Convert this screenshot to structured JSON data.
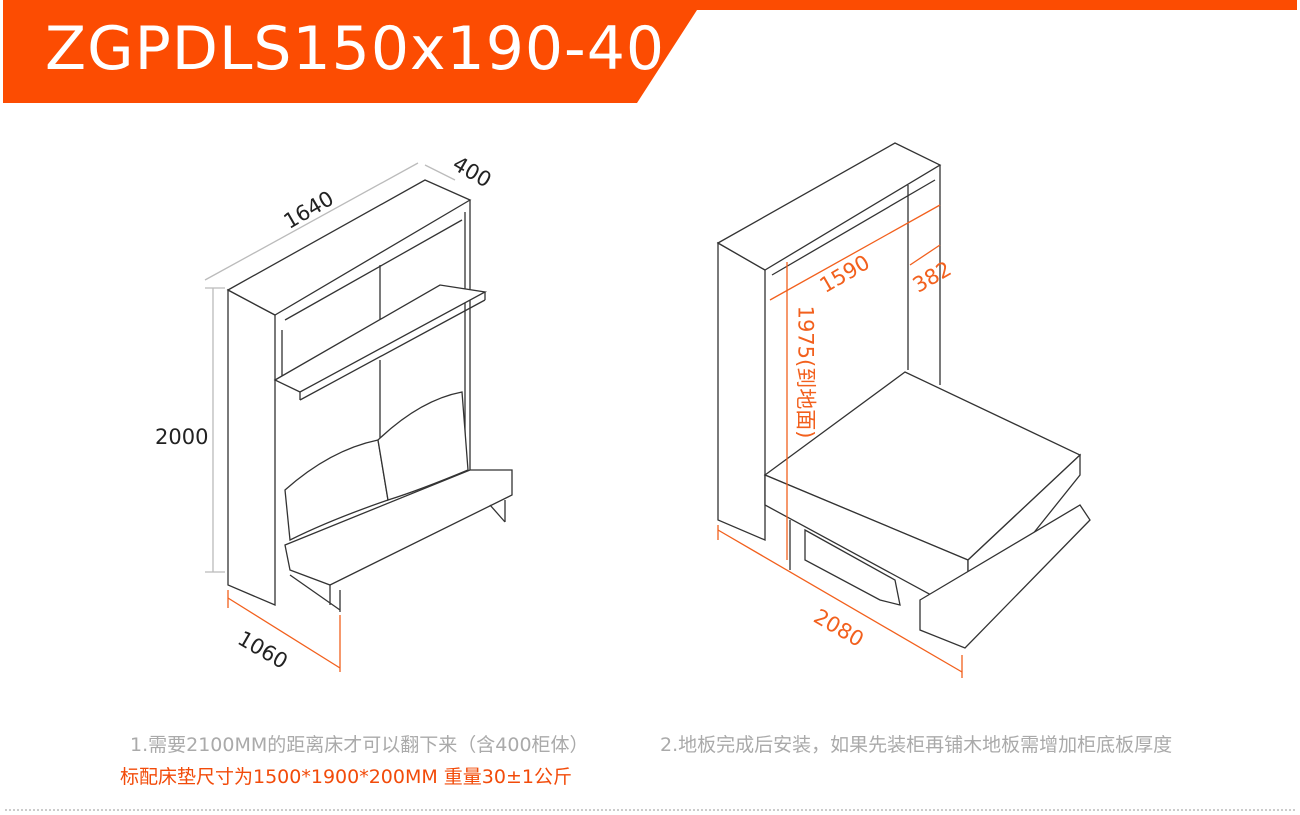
{
  "header": {
    "title": "ZGPDLS150x190-40",
    "accent_color": "#fc4c02"
  },
  "left_diagram": {
    "dimensions": {
      "width": "1640",
      "depth": "400",
      "height": "2000",
      "open_depth": "1060"
    }
  },
  "right_diagram": {
    "dimensions": {
      "inner_width": "1590",
      "inner_depth": "382",
      "height_to_floor": "1975(到地面)",
      "open_length": "2080"
    }
  },
  "notes": {
    "note1": "1.需要2100MM的距离床才可以翻下来（含400柜体）",
    "note2": "2.地板完成后安装，如果先装柜再铺木地板需增加柜底板厚度",
    "mattress": "标配床垫尺寸为1500*1900*200MM 重量30±1公斤"
  }
}
